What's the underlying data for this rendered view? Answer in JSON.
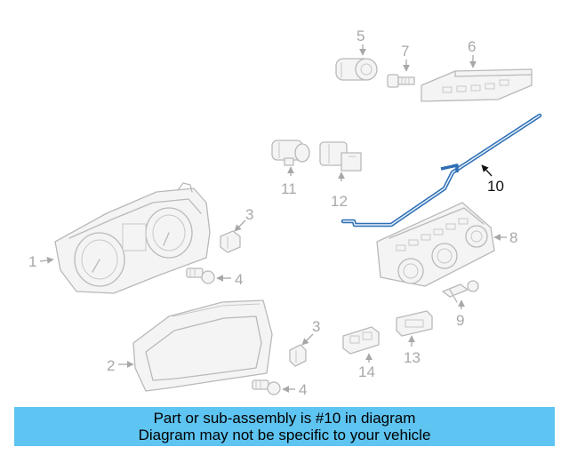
{
  "callouts": {
    "c1": "1",
    "c2": "2",
    "c3a": "3",
    "c3b": "3",
    "c4a": "4",
    "c4b": "4",
    "c5": "5",
    "c6": "6",
    "c7": "7",
    "c8": "8",
    "c9": "9",
    "c10": "10",
    "c11": "11",
    "c12": "12",
    "c13": "13",
    "c14": "14"
  },
  "highlight": {
    "part": "10",
    "color": "#2e6fb5"
  },
  "banner": {
    "line1": "Part or sub-assembly is #10 in diagram",
    "line2": "Diagram may not be specific to your vehicle",
    "background": "#5ec4f1"
  }
}
